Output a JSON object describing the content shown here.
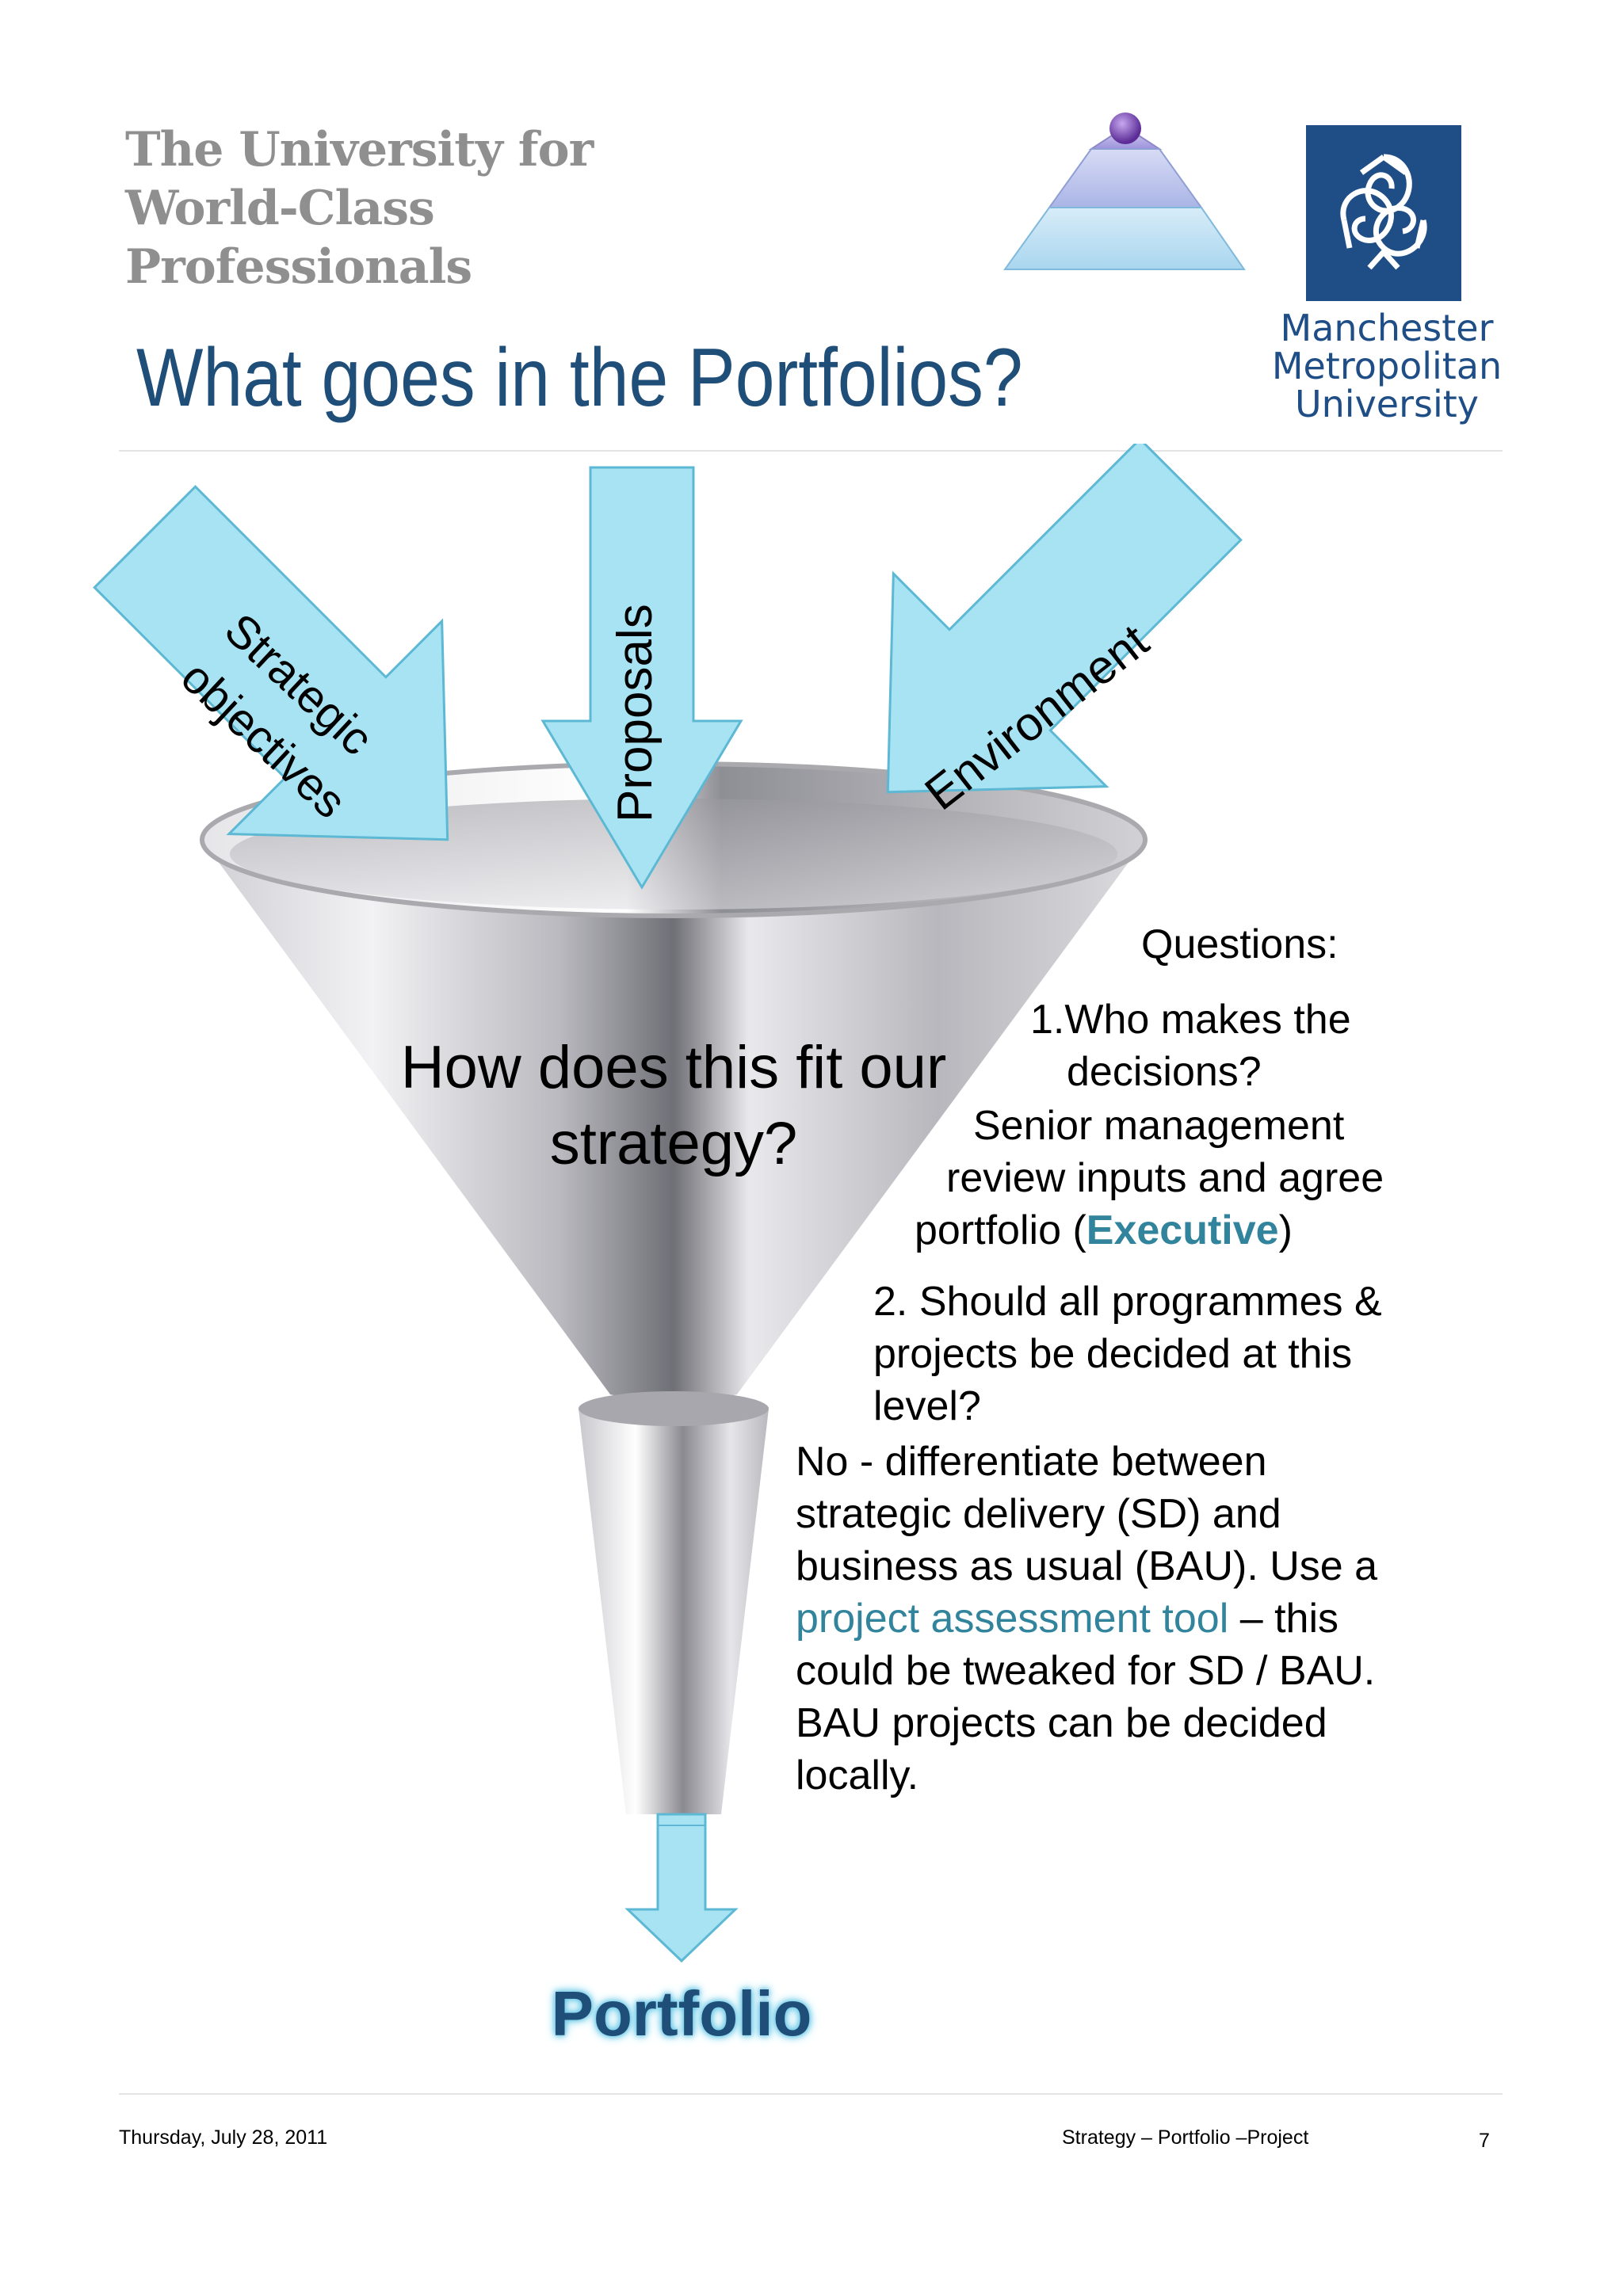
{
  "header": {
    "tagline_line1": "The University for",
    "tagline_line2": "World-Class Professionals",
    "title": "What goes in the Portfolios?",
    "logo_line1": "Manchester",
    "logo_line2": "Metropolitan",
    "logo_line3": "University"
  },
  "funnel": {
    "inputs": {
      "strategic_line1": "Strategic",
      "strategic_line2": "objectives",
      "proposals": "Proposals",
      "environment": "Environment"
    },
    "question_line1": "How does this fit our",
    "question_line2": "strategy?",
    "output_label": "Portfolio"
  },
  "questions": {
    "label": "Questions:",
    "q1_line1": "1.Who makes the",
    "q1_line2": "decisions?",
    "a1_line1": "Senior management",
    "a1_line2": "review inputs and agree",
    "a1_line3_pre": "portfolio (",
    "a1_line3_bold": "Executive",
    "a1_line3_post": ")",
    "q2_line1": "2. Should all programmes &",
    "q2_line2": "projects be decided at this",
    "q2_line3": "level?",
    "a2_line1": "No - differentiate between",
    "a2_line2": "strategic delivery (SD) and",
    "a2_line3": "business as usual (BAU). Use a",
    "a2_line4_link": "project assessment tool",
    "a2_line4_post": " – this",
    "a2_line5": "could be tweaked for SD / BAU.",
    "a2_line6": "BAU projects can be decided",
    "a2_line7": "locally."
  },
  "footer": {
    "date": "Thursday, July 28, 2011",
    "center": "Strategy – Portfolio –Project",
    "page_number": "7"
  },
  "colors": {
    "title_blue": "#1f4e79",
    "teal": "#31849b",
    "arrow_fill": "#a8e3f3",
    "logo_blue": "#1f4e87"
  }
}
